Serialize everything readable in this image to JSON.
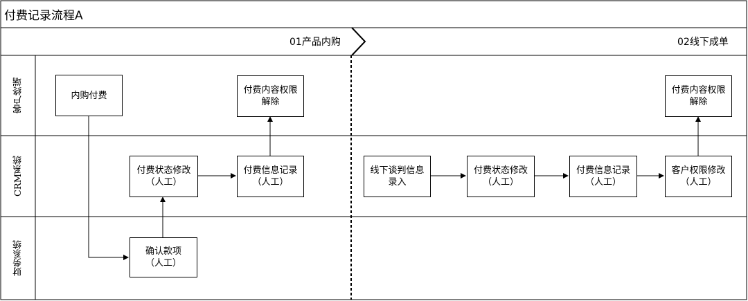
{
  "title": "付费记录流程A",
  "phases": [
    "01产品内购",
    "02线下成单"
  ],
  "lanes": [
    "客户终端",
    "CRM系统",
    "财务系统"
  ],
  "nodes": {
    "iap_payment": "内购付费",
    "content_unlock_1": "付费内容权限\n解除",
    "status_change_1": "付费状态修改\n（人工）",
    "info_record_1": "付费信息记录\n（人工）",
    "confirm_funds": "确认款项\n（人工）",
    "offline_negotiation": "线下谈判信息\n录入",
    "status_change_2": "付费状态修改\n（人工）",
    "info_record_2": "付费信息记录\n（人工）",
    "permission_change": "客户权限修改\n（人工）",
    "content_unlock_2": "付费内容权限\n解除"
  }
}
